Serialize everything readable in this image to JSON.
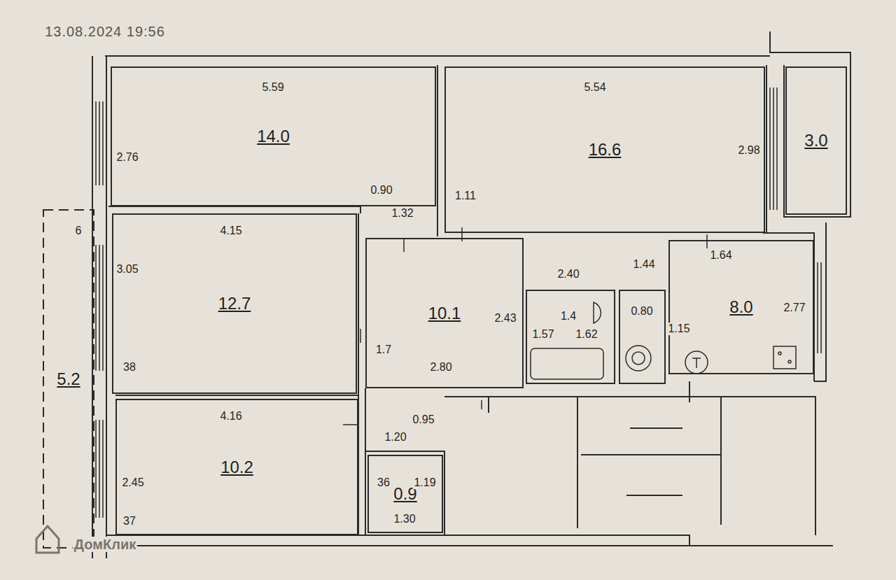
{
  "diagram": {
    "nodes": [
      {
        "text": [
          "14.0"
        ]
      },
      {
        "text": [
          "16.6"
        ]
      },
      {
        "text": [
          "3.0"
        ]
      },
      {
        "text": [
          "5.2"
        ]
      },
      {
        "text": [
          "12.7"
        ]
      },
      {
        "text": [
          "10.1"
        ]
      },
      {
        "text": [
          "8.0"
        ]
      },
      {
        "text": [
          "10.2"
        ]
      },
      {
        "text": [
          "0.9"
        ]
      }
    ],
    "labels": [
      "13.08.2024 19:56",
      "ДомКлик",
      "5.59",
      "2.76",
      "5.54",
      "2.98",
      "4.15",
      "3.05",
      "38",
      "4.16",
      "2.45",
      "37",
      "6",
      "1.32",
      "0.90",
      "1.11",
      "2.43",
      "2.80",
      "1.7",
      "0.95",
      "1.20",
      "2.40",
      "1.57",
      "1.4",
      "1.62",
      "1.44",
      "0.80",
      "1.64",
      "2.77",
      "1.15",
      "1.30",
      "1.19",
      "36"
    ]
  }
}
